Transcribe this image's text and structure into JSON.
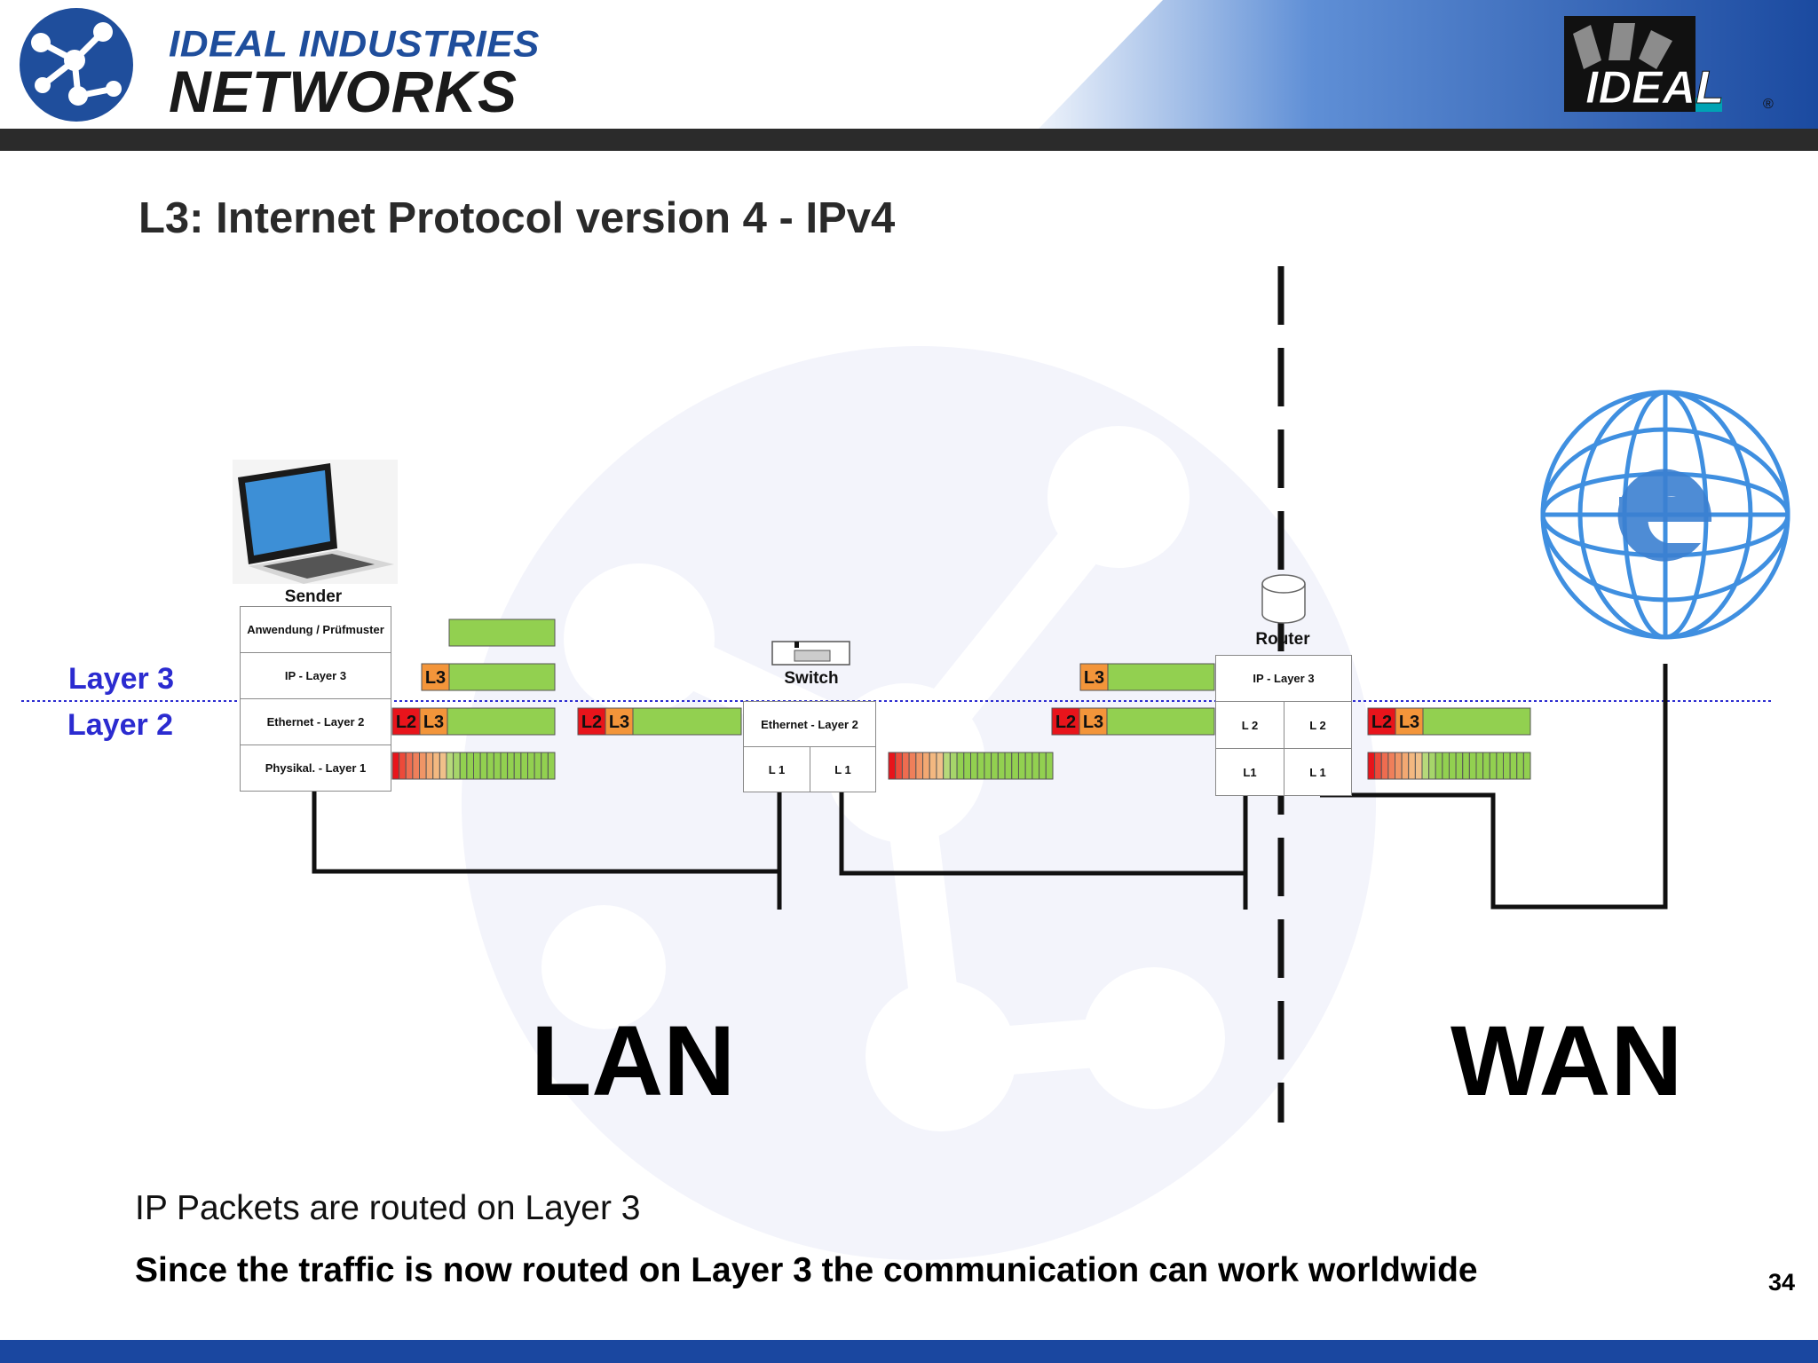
{
  "header": {
    "brand_top": "IDEAL INDUSTRIES",
    "brand_bottom": "NETWORKS",
    "ideal_logo_text": "IDEAL",
    "registered": "®",
    "colors": {
      "brand_blue": "#1f4e9c",
      "dark_bar": "#2b2b2b",
      "bottom_bar": "#1a47a0"
    }
  },
  "slide": {
    "title": "L3: Internet Protocol version 4 - IPv4",
    "page_number": "34"
  },
  "layers": {
    "layer3": "Layer 3",
    "layer2": "Layer 2"
  },
  "sender": {
    "label": "Sender",
    "stack": [
      "Anwendung / Prüfmuster",
      "IP - Layer 3",
      "Ethernet - Layer 2",
      "Physikal. - Layer 1"
    ]
  },
  "switch": {
    "label": "Switch",
    "layer2": "Ethernet - Layer 2",
    "l1_left": "L 1",
    "l1_right": "L 1"
  },
  "router": {
    "label": "Router",
    "layer3": "IP - Layer 3",
    "l2_left": "L 2",
    "l2_right": "L 2",
    "l1_left": "L1",
    "l1_right": "L 1"
  },
  "packet_tags": {
    "l2": "L2",
    "l3": "L3"
  },
  "regions": {
    "lan": "LAN",
    "wan": "WAN"
  },
  "captions": {
    "line1": "IP Packets are routed on Layer 3",
    "line2": "Since the traffic is now routed on Layer 3 the communication can work worldwide"
  },
  "packet_colors": {
    "l2": "#e8141b",
    "l3": "#f3953a",
    "payload": "#92d050"
  }
}
